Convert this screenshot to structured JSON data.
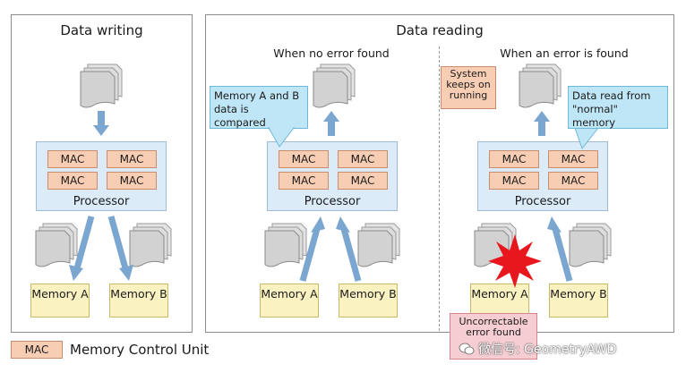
{
  "panels": {
    "writing": {
      "title": "Data writing"
    },
    "reading": {
      "title": "Data reading"
    }
  },
  "reading": {
    "no_error": {
      "subtitle": "When no error found",
      "callout": "Memory A and B data is compared"
    },
    "error": {
      "subtitle": "When an error is found",
      "callout": "Data read from \"normal\" memory",
      "note": "System keeps on running",
      "error_label": "Uncorrectable error found"
    }
  },
  "processor": {
    "label": "Processor",
    "mac_label": "MAC"
  },
  "memory": {
    "a": "Memory A",
    "b": "Memory B"
  },
  "legend": {
    "mac": "MAC",
    "text": "Memory Control Unit"
  },
  "watermark": {
    "text": "微信号: GeometryAWD"
  },
  "colors": {
    "processor_fill": "#dcebf8",
    "mac_fill": "#f7cdb4",
    "memory_fill": "#fbf2c2",
    "callout_fill": "#bfe6f6",
    "arrow": "#7aa6cf",
    "burst": "#e8171e"
  }
}
